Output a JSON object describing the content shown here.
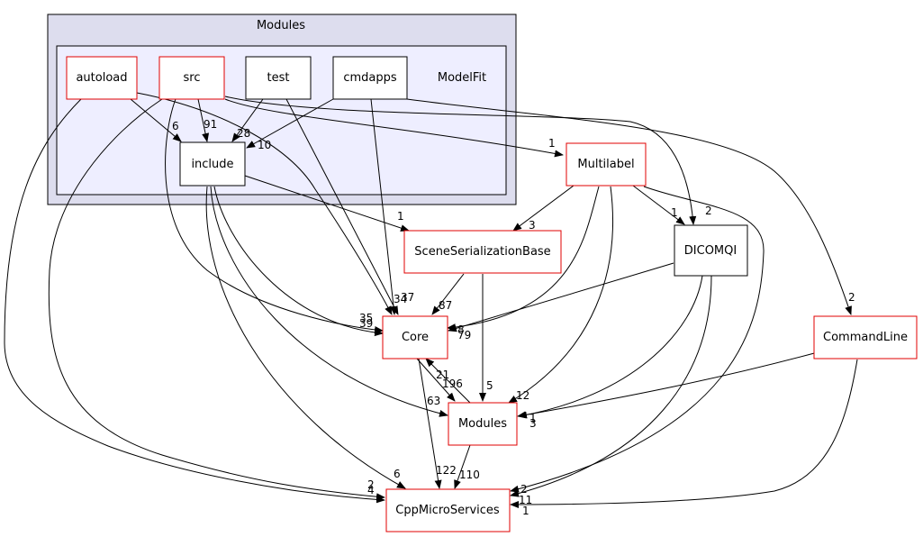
{
  "clusters": {
    "outer": {
      "label": "Modules"
    },
    "inner": {
      "label": "ModelFit"
    }
  },
  "nodes": {
    "autoload": {
      "label": "autoload",
      "border": "#e00000"
    },
    "src": {
      "label": "src",
      "border": "#e00000"
    },
    "test": {
      "label": "test",
      "border": "#000000"
    },
    "cmdapps": {
      "label": "cmdapps",
      "border": "#000000"
    },
    "include": {
      "label": "include",
      "border": "#000000"
    },
    "multilabel": {
      "label": "Multilabel",
      "border": "#e00000"
    },
    "sceneserial": {
      "label": "SceneSerializationBase",
      "border": "#e00000"
    },
    "dicomqi": {
      "label": "DICOMQI",
      "border": "#000000"
    },
    "core": {
      "label": "Core",
      "border": "#e00000"
    },
    "commandline": {
      "label": "CommandLine",
      "border": "#e00000"
    },
    "modules": {
      "label": "Modules",
      "border": "#e00000"
    },
    "cppmicro": {
      "label": "CppMicroServices",
      "border": "#e00000"
    }
  },
  "edge_labels": {
    "l_6": "6",
    "l_91": "91",
    "l_28": "28",
    "l_10": "10",
    "l_1_multilabel": "1",
    "l_3": "3",
    "l_1_dicom": "1",
    "l_2_dicom": "2",
    "l_1_scene": "1",
    "l_37": "37",
    "l_34": "34",
    "l_35_39": "35\n39",
    "l_87": "87",
    "l_8_79": "8\n79",
    "l_2_cmd": "2",
    "l_21": "21",
    "l_196": "196",
    "l_63": "63",
    "l_5": "5",
    "l_12": "12",
    "l_1_3": "1\n3",
    "l_6_cpp": "6",
    "l_122": "122",
    "l_110": "110",
    "l_2_4": "2\n4",
    "l_2_cpp": "2",
    "l_11": "11",
    "l_1_cpp": "1"
  },
  "colors": {
    "outer_fill": "#ddddee",
    "inner_fill": "#eeeeff",
    "red_border": "#e00000",
    "edge": "#000000"
  }
}
